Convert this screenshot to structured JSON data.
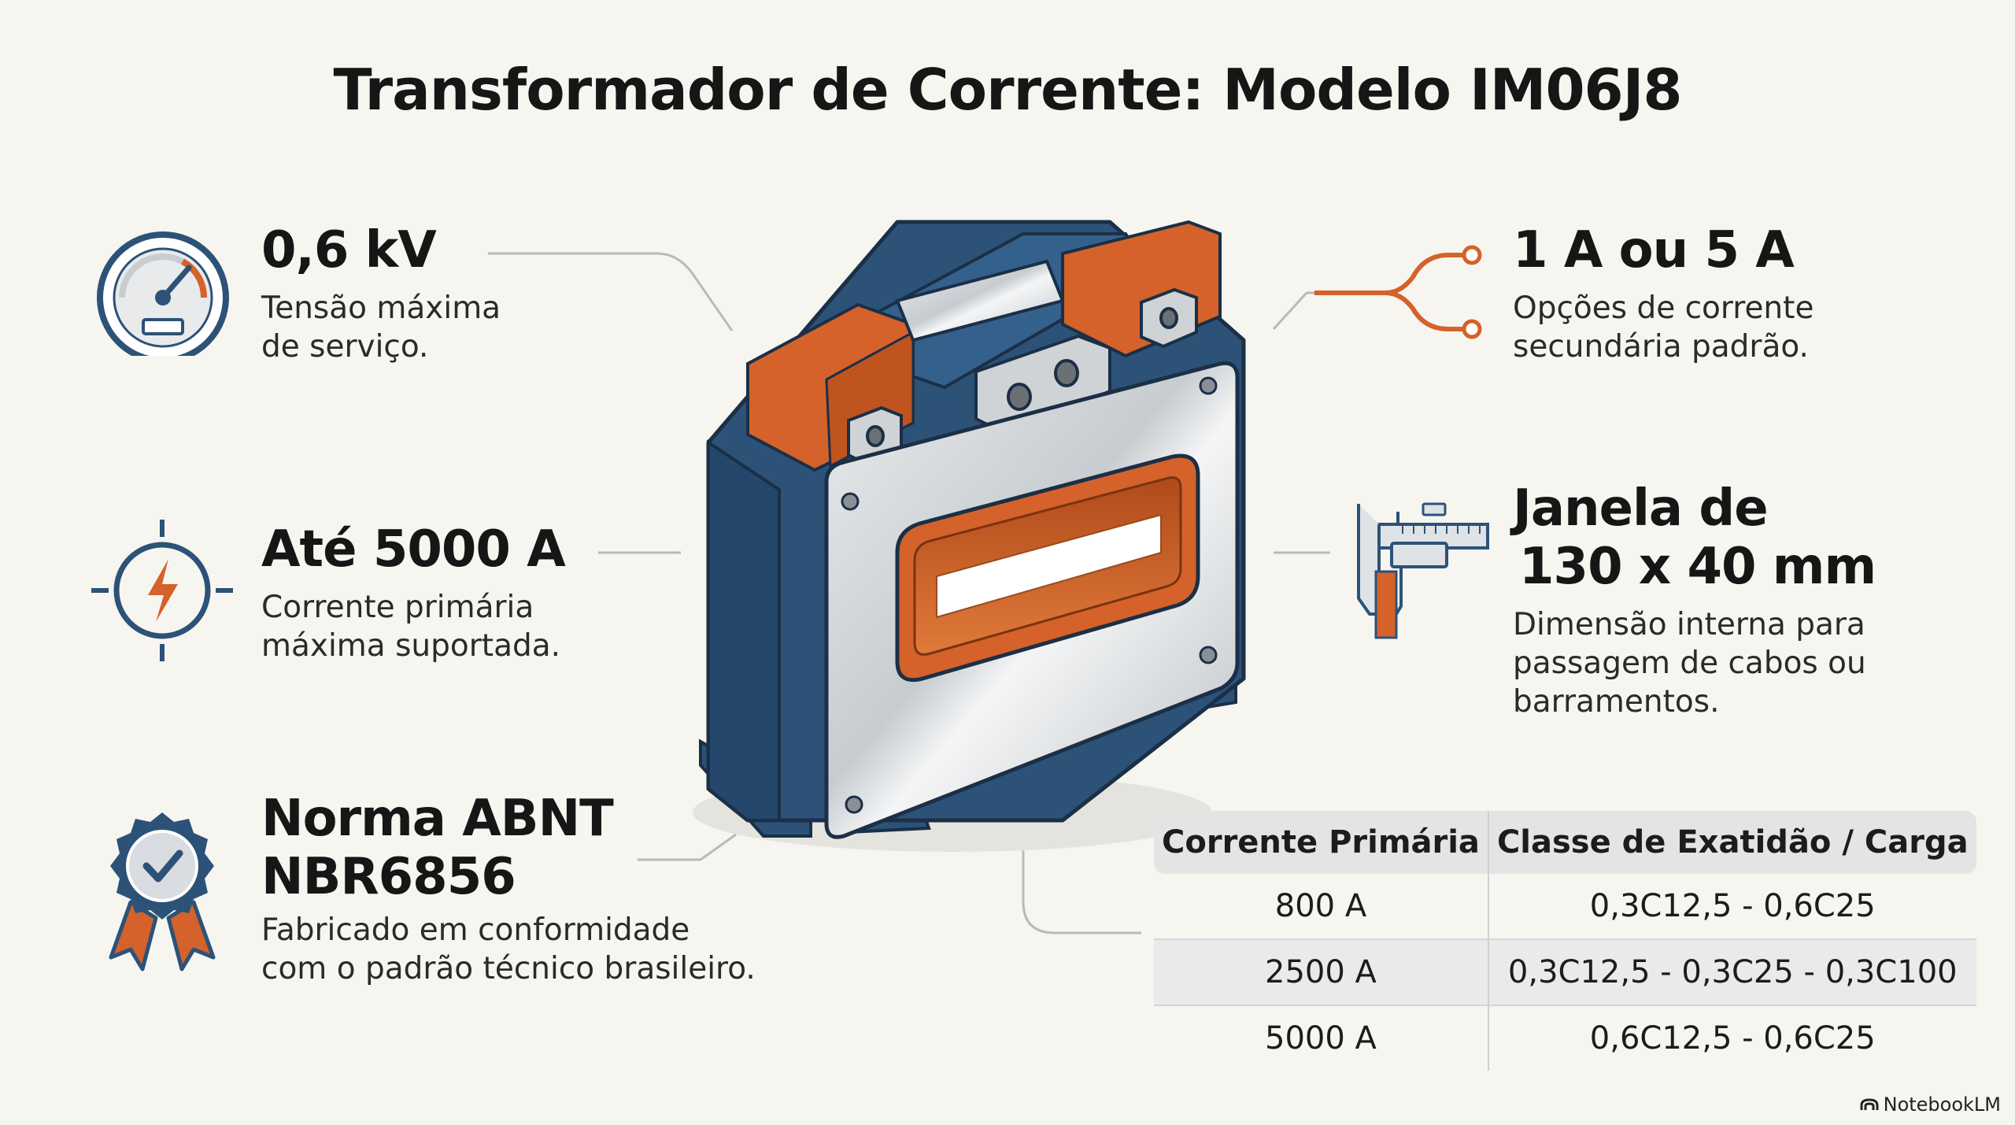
{
  "title": "Transformador de Corrente: Modelo IM06J8",
  "features": {
    "voltage": {
      "value": "0,6 kV",
      "desc": [
        "Tensão máxima",
        "de serviço."
      ],
      "icon": "gauge-icon"
    },
    "primary_current": {
      "value": "Até 5000 A",
      "desc": [
        "Corrente primária",
        "máxima suportada."
      ],
      "icon": "lightning-icon"
    },
    "standard": {
      "value": [
        "Norma ABNT",
        "NBR6856"
      ],
      "desc": [
        "Fabricado em conformidade",
        "com o padrão técnico brasileiro."
      ],
      "icon": "award-badge-icon"
    },
    "secondary_current": {
      "value": "1 A ou 5 A",
      "desc": [
        "Opções de corrente",
        "secundária padrão."
      ],
      "icon": "branch-connector-icon"
    },
    "window": {
      "value": [
        "Janela de",
        "130 x 40 mm"
      ],
      "desc": [
        "Dimensão interna para",
        "passagem de cabos ou",
        "barramentos."
      ],
      "icon": "caliper-icon"
    }
  },
  "table": {
    "headers": [
      "Corrente Primária",
      "Classe de Exatidão / Carga"
    ],
    "rows": [
      [
        "800 A",
        "0,3C12,5 - 0,6C25"
      ],
      [
        "2500 A",
        "0,3C12,5 - 0,3C25 - 0,3C100"
      ],
      [
        "5000 A",
        "0,6C12,5 - 0,6C25"
      ]
    ]
  },
  "brand": "NotebookLM",
  "colors": {
    "navy": "#2c5278",
    "orange": "#d4622a",
    "background": "#f6f5f0",
    "steel": "#cfd3d6"
  }
}
